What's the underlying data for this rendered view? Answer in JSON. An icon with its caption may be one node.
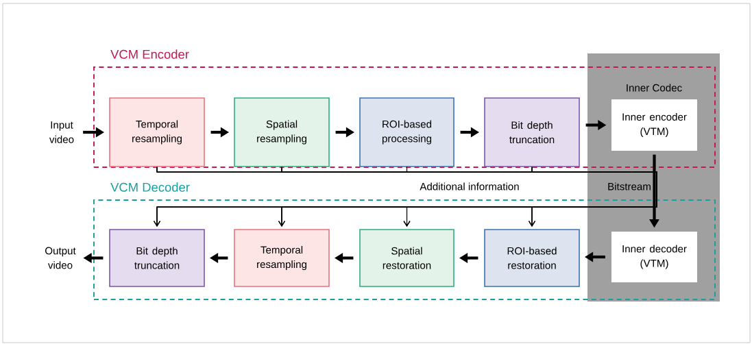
{
  "diagram": {
    "nodes": [
      {
        "text": [
          "VCM Encoder"
        ]
      },
      {
        "text": [
          "Temporal resampling"
        ],
        "in": 0
      },
      {
        "text": [
          "Spatial resampling"
        ],
        "in": 0
      },
      {
        "text": [
          "ROI-based processing"
        ],
        "in": 0
      },
      {
        "text": [
          "Bit depth truncation"
        ],
        "in": 0
      },
      {
        "text": [
          "Inner encoder (VTM)"
        ],
        "in": 0
      },
      {
        "text": [
          "VCM Decoder"
        ]
      },
      {
        "text": [
          "Bit depth truncation"
        ],
        "in": 6
      },
      {
        "text": [
          "Temporal resampling"
        ],
        "in": 6
      },
      {
        "text": [
          "Spatial restoration"
        ],
        "in": 6
      },
      {
        "text": [
          "ROI-based restoration"
        ],
        "in": 6
      },
      {
        "text": [
          "Inner decoder (VTM)"
        ],
        "in": 6
      },
      {
        "text": [
          "Input video"
        ]
      },
      {
        "text": [
          "Output video"
        ]
      }
    ],
    "edges": [
      {
        "from": 12,
        "to": 1,
        "arrow": "to",
        "style": "thick"
      },
      {
        "from": 1,
        "to": 2,
        "arrow": "to",
        "style": "thick"
      },
      {
        "from": 2,
        "to": 3,
        "arrow": "to",
        "style": "thick"
      },
      {
        "from": 3,
        "to": 4,
        "arrow": "to",
        "style": "thick"
      },
      {
        "from": 4,
        "to": 5,
        "arrow": "to",
        "style": "thick"
      },
      {
        "from": 5,
        "to": 11,
        "arrow": "to",
        "style": "thick",
        "label": "Bitstream"
      },
      {
        "from": 11,
        "to": 10,
        "arrow": "to",
        "style": "thick"
      },
      {
        "from": 10,
        "to": 9,
        "arrow": "to",
        "style": "thick"
      },
      {
        "from": 9,
        "to": 8,
        "arrow": "to",
        "style": "thick"
      },
      {
        "from": 8,
        "to": 7,
        "arrow": "to",
        "style": "thick"
      },
      {
        "from": 7,
        "to": 13,
        "arrow": "to",
        "style": "thick"
      },
      {
        "from": 1,
        "to": 7,
        "arrow": "to"
      },
      {
        "from": 1,
        "to": 8,
        "arrow": "to"
      },
      {
        "from": 1,
        "to": 9,
        "arrow": "to"
      },
      {
        "from": 1,
        "to": 10,
        "arrow": "to"
      },
      {
        "from": 2,
        "to": 7,
        "arrow": "to"
      },
      {
        "from": 2,
        "to": 8,
        "arrow": "to"
      },
      {
        "from": 2,
        "to": 9,
        "arrow": "to"
      },
      {
        "from": 2,
        "to": 10,
        "arrow": "to"
      },
      {
        "from": 3,
        "to": 7,
        "arrow": "to"
      },
      {
        "from": 3,
        "to": 8,
        "arrow": "to"
      },
      {
        "from": 3,
        "to": 9,
        "arrow": "to"
      },
      {
        "from": 3,
        "to": 10,
        "arrow": "to"
      },
      {
        "from": 4,
        "to": 7,
        "arrow": "to"
      },
      {
        "from": 4,
        "to": 8,
        "arrow": "to"
      },
      {
        "from": 4,
        "to": 9,
        "arrow": "to"
      },
      {
        "from": 4,
        "to": 10,
        "arrow": "to"
      }
    ],
    "labels": [
      "Inner Codec",
      "Additional information"
    ]
  }
}
